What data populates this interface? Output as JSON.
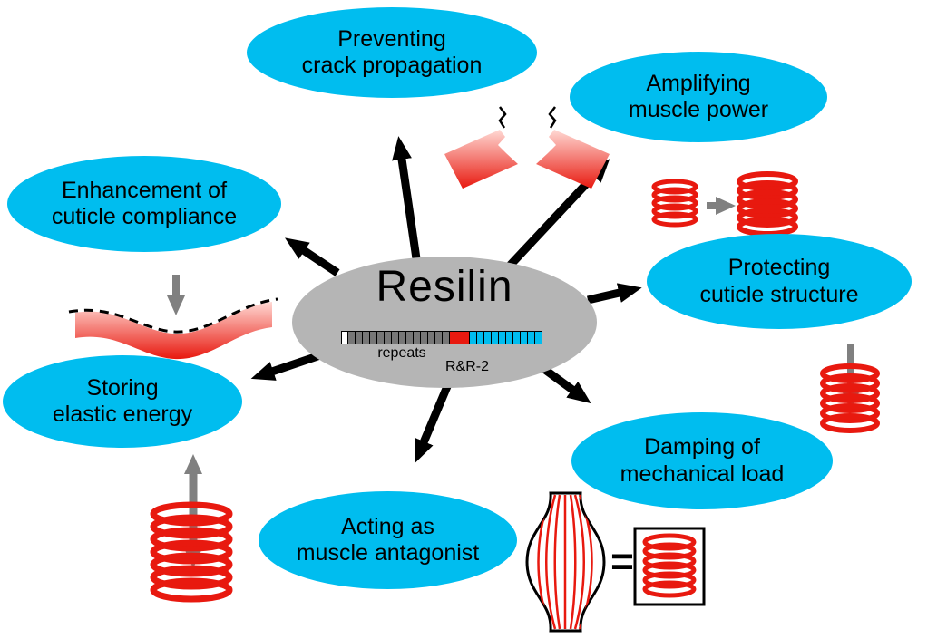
{
  "center": {
    "title": "Resilin",
    "repeats_label": "repeats",
    "rr2_label": "R&R-2",
    "bar": [
      {
        "type": "white",
        "count": 1
      },
      {
        "type": "gray",
        "count": 14
      },
      {
        "type": "red",
        "count": 1
      },
      {
        "type": "cyan",
        "count": 10
      }
    ]
  },
  "bubbles": [
    {
      "id": "preventing-crack-propagation",
      "label": "Preventing\ncrack propagation"
    },
    {
      "id": "amplifying-muscle-power",
      "label": "Amplifying\nmuscle power"
    },
    {
      "id": "protecting-cuticle-structure",
      "label": "Protecting\ncuticle structure"
    },
    {
      "id": "damping-of-mechanical-load",
      "label": "Damping of\nmechanical load"
    },
    {
      "id": "acting-as-muscle-antagonist",
      "label": "Acting as\nmuscle antagonist"
    },
    {
      "id": "storing-elastic-energy",
      "label": "Storing\nelastic energy"
    },
    {
      "id": "enhancement-of-cuticle-compliance",
      "label": "Enhancement of\ncuticle compliance"
    }
  ],
  "damping": {
    "equals": "="
  },
  "colors": {
    "bubble_cyan": "#00bdef",
    "center_gray": "#b5b5b5",
    "red": "#e8190f",
    "black_arrow": "#000000",
    "gray_arrow": "#808080"
  },
  "illustrations": {
    "crack": "cracked-cuticle-icon",
    "amplify": "small-to-large-spring-icon",
    "protect": "spring-pressed-by-arrow-icon",
    "damping": "muscle-equals-spring-icon",
    "storing": "spring-with-double-arrow-icon",
    "compliance": "bent-cuticle-surface-icon"
  }
}
